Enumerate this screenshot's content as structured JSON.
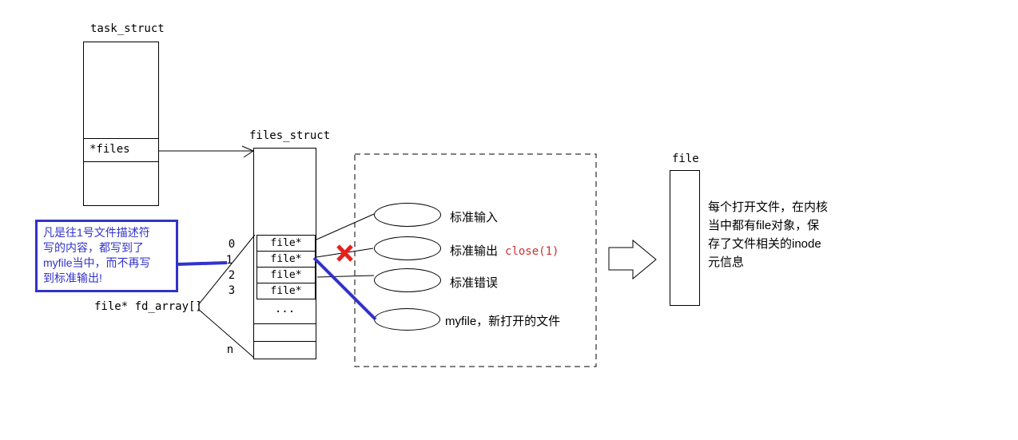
{
  "colors": {
    "annotation_blue": "#3232cb",
    "cross_red": "#e6211c",
    "close_red": "#c83232"
  },
  "task_struct": {
    "title": "task_struct",
    "files_field": "*files"
  },
  "files_struct": {
    "title": "files_struct",
    "rows": [
      "file*",
      "file*",
      "file*",
      "file*"
    ],
    "ellipsis_row": "...",
    "indices": [
      "0",
      "1",
      "2",
      "3",
      "n"
    ],
    "fd_array_label": "file* fd_array[]"
  },
  "note": {
    "text": "凡是往1号文件描述符\n写的内容，都写到了\nmyfile当中，而不再写\n到标准输出!"
  },
  "descriptors": [
    {
      "label": "标准输入"
    },
    {
      "label": "标准输出",
      "extra": "close(1)"
    },
    {
      "label": "标准错误"
    },
    {
      "label": "myfile，新打开的文件"
    }
  ],
  "file_object": {
    "title": "file",
    "description": "每个打开文件，在内核\n当中都有file对象，保\n存了文件相关的inode\n元信息"
  }
}
